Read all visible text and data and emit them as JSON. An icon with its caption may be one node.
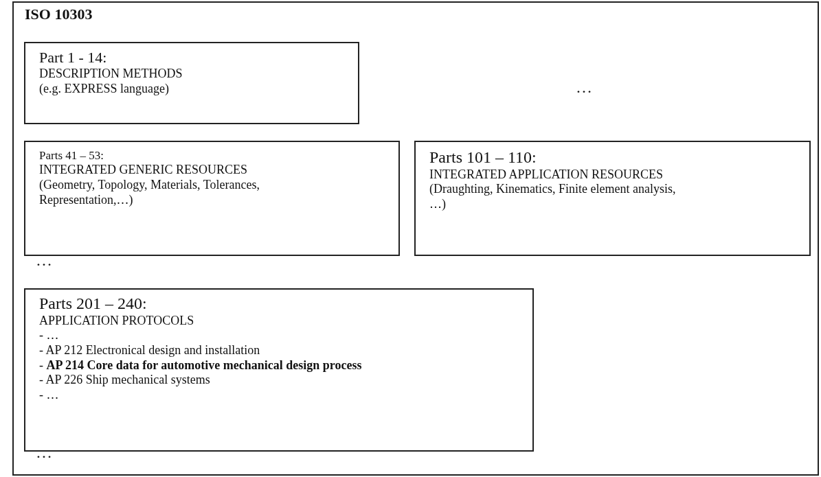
{
  "diagram": {
    "nodes": [
      {
        "text": [
          "ISO 10303"
        ]
      },
      {
        "text": [
          "Part 1 - 14:",
          "DESCRIPTION METHODS",
          "(e.g. EXPRESS language)"
        ],
        "in": 0
      },
      {
        "text": [
          "Parts 41 – 53:",
          "INTEGRATED GENERIC RESOURCES",
          "(Geometry, Topology, Materials, Tolerances, Representation,…)"
        ],
        "in": 0
      },
      {
        "text": [
          "Parts 101 – 110:",
          "INTEGRATED APPLICATION RESOURCES",
          "(Draughting, Kinematics, Finite element analysis, …)"
        ],
        "in": 0
      },
      {
        "text": [
          "Parts 201 – 240:",
          "APPLICATION PROTOCOLS",
          "- …",
          "- AP 212 Electronical design and installation",
          "- **AP 214 Core data for automotive mechanical design process**",
          "- AP 226 Ship mechanical systems",
          "- …"
        ],
        "in": 0
      }
    ],
    "labels": [
      "…",
      "…",
      "…"
    ]
  }
}
